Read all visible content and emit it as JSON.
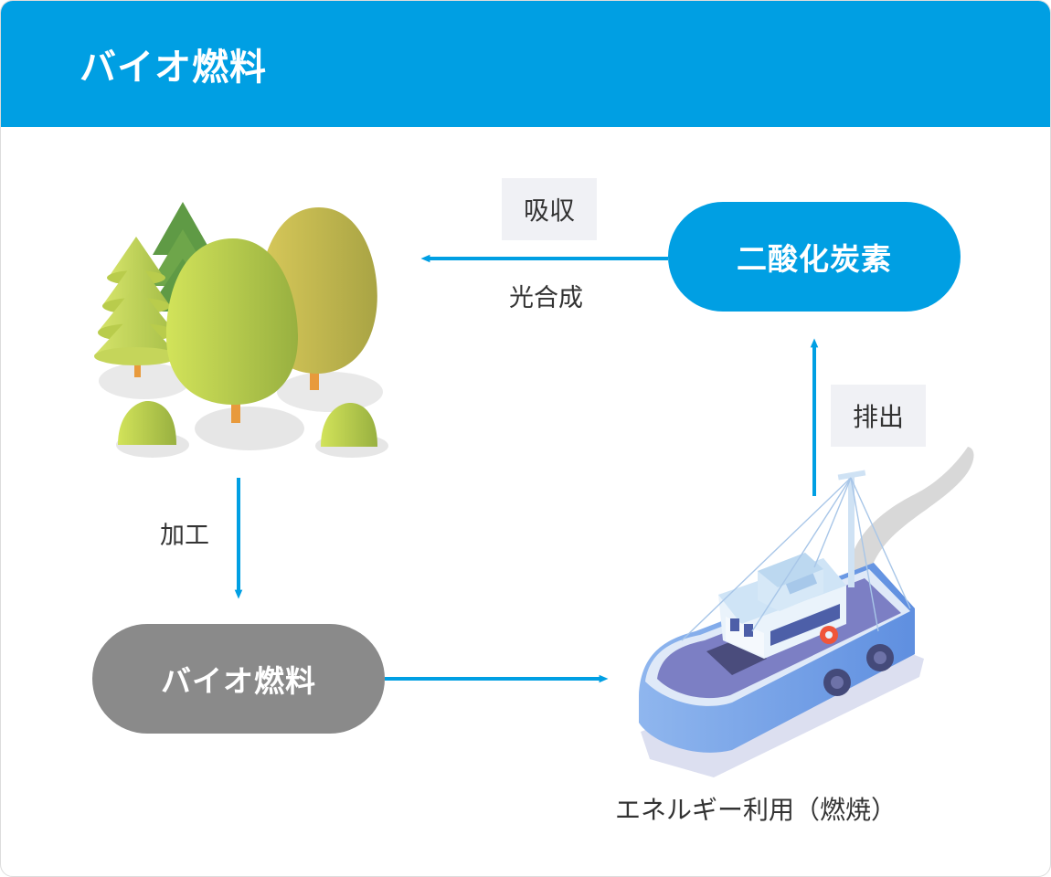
{
  "header": {
    "title": "バイオ燃料"
  },
  "nodes": {
    "co2": "二酸化炭素",
    "biofuel": "バイオ燃料"
  },
  "tags": {
    "absorb": "吸収",
    "emit": "排出"
  },
  "labels": {
    "photosynthesis": "光合成",
    "process": "加工",
    "energy_use": "エネルギー利用（燃焼）"
  },
  "colors": {
    "header": "#009fe3",
    "arrow": "#009fe3",
    "co2_pill": "#009fe3",
    "biofuel_pill": "#8a8a8a",
    "tag_bg": "#f0f1f5"
  },
  "icons": {
    "forest": "forest-illustration",
    "boat": "fishing-boat-illustration"
  }
}
